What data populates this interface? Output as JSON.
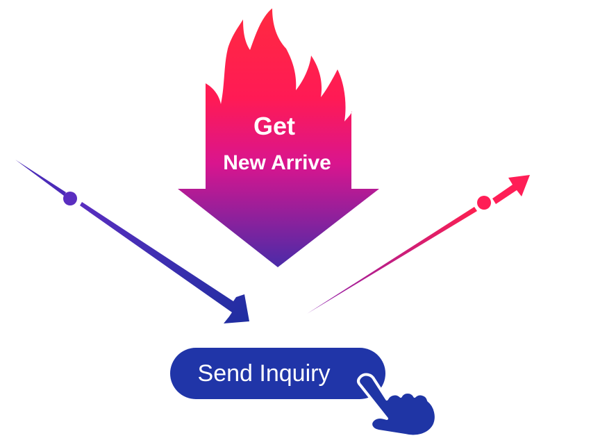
{
  "fire_arrow": {
    "line1": "Get",
    "line2": "New Arrive"
  },
  "button": {
    "label": "Send Inquiry"
  },
  "colors": {
    "flame_top": "#ff1d44",
    "flame_mid": "#d9138a",
    "flame_bottom": "#5a2aa8",
    "left_arrow": "#2a2aa0",
    "right_arrow": "#ff1e56",
    "button": "#2035a8",
    "hand": "#1f35a5"
  },
  "icons": [
    "fire-arrow-icon",
    "left-pointer-arrow-icon",
    "right-pointer-arrow-icon",
    "hand-pointer-icon"
  ]
}
